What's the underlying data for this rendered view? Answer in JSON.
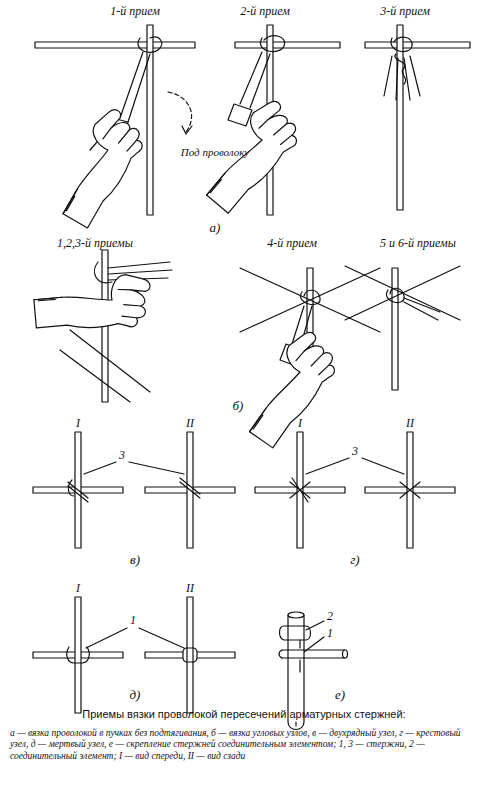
{
  "diagram": {
    "caption": "Приемы вязки проволокой пересечений арматурных стержней:",
    "labels": [
      "1-й прием",
      "2-й прием",
      "3-й прием",
      "Под проволоку",
      "а)",
      "1,2,3-й приемы",
      "4-й прием",
      "5 и 6-й приемы",
      "б)",
      "I",
      "II",
      "3",
      "в)",
      "I",
      "II",
      "3",
      "г)",
      "I",
      "II",
      "1",
      "д)",
      "2",
      "1",
      "е)",
      "а — вязка проволокой в пучках без подтягивания, б — вязка угловых узлов, в — двухрядный узел, г — крестовый узел, д — мертвый узел, е — скрепление стержней соединительным элементом; 1, 3 — стержни, 2 — соединительный элемент; I — вид спереди, II — вид сзади"
    ]
  }
}
